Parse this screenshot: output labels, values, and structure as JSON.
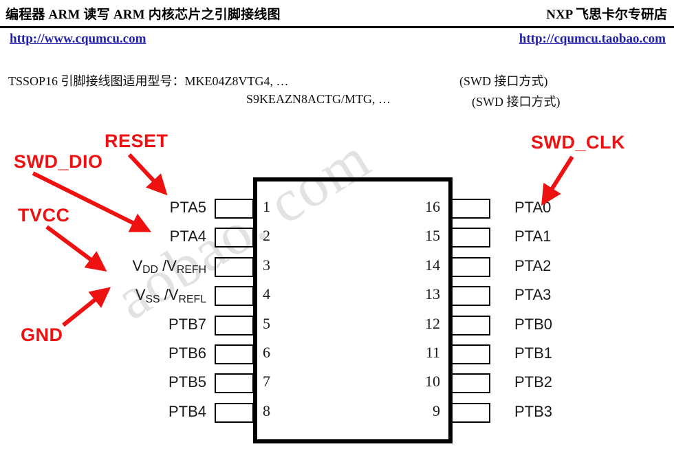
{
  "header": {
    "title_left": "编程器 ARM 读写 ARM 内核芯片之引脚接线图",
    "title_right": "NXP 飞思卡尔专研店",
    "link_left": "http://www.cqumcu.com",
    "link_right": "http://cqumcu.taobao.com"
  },
  "subtitle": {
    "line1_text": "TSSOP16 引脚接线图适用型号：MKE04Z8VTG4, …",
    "line1_note": "(SWD 接口方式)",
    "line2_text": "S9KEAZN8ACTG/MTG, …",
    "line2_note": "(SWD 接口方式)"
  },
  "watermark": {
    "text": "aobao. com"
  },
  "colors": {
    "annotation_red": "#ee1111",
    "link_blue": "#2222A8",
    "pin_label": "#1a1a1a",
    "outline_black": "#000000",
    "watermark_gray": "#e2e2e2"
  },
  "diagram": {
    "package": "TSSOP16",
    "pin_count": 16,
    "left_pins": [
      {
        "number": "1",
        "name": "PTA5",
        "sub": ""
      },
      {
        "number": "2",
        "name": "PTA4",
        "sub": ""
      },
      {
        "number": "3",
        "name": "V",
        "sub": "DD",
        "name2": " /V",
        "sub2": "REFH"
      },
      {
        "number": "4",
        "name": "V",
        "sub": "SS",
        "name2": " /V",
        "sub2": "REFL"
      },
      {
        "number": "5",
        "name": "PTB7",
        "sub": ""
      },
      {
        "number": "6",
        "name": "PTB6",
        "sub": ""
      },
      {
        "number": "7",
        "name": "PTB5",
        "sub": ""
      },
      {
        "number": "8",
        "name": "PTB4",
        "sub": ""
      }
    ],
    "right_pins": [
      {
        "number": "16",
        "name": "PTA0"
      },
      {
        "number": "15",
        "name": "PTA1"
      },
      {
        "number": "14",
        "name": "PTA2"
      },
      {
        "number": "13",
        "name": "PTA3"
      },
      {
        "number": "12",
        "name": "PTB0"
      },
      {
        "number": "11",
        "name": "PTB1"
      },
      {
        "number": "10",
        "name": "PTB2"
      },
      {
        "number": "9",
        "name": "PTB3"
      }
    ],
    "annotations": [
      {
        "id": "reset",
        "label": "RESET",
        "points_to": "PTA5-pin-area"
      },
      {
        "id": "swd_dio",
        "label": "SWD_DIO",
        "points_to": "PTA4"
      },
      {
        "id": "tvcc",
        "label": "TVCC",
        "points_to": "VDD/VREFH"
      },
      {
        "id": "gnd",
        "label": "GND",
        "points_to": "VSS/VREFL"
      },
      {
        "id": "swd_clk",
        "label": "SWD_CLK",
        "points_to": "PTA0"
      }
    ]
  }
}
